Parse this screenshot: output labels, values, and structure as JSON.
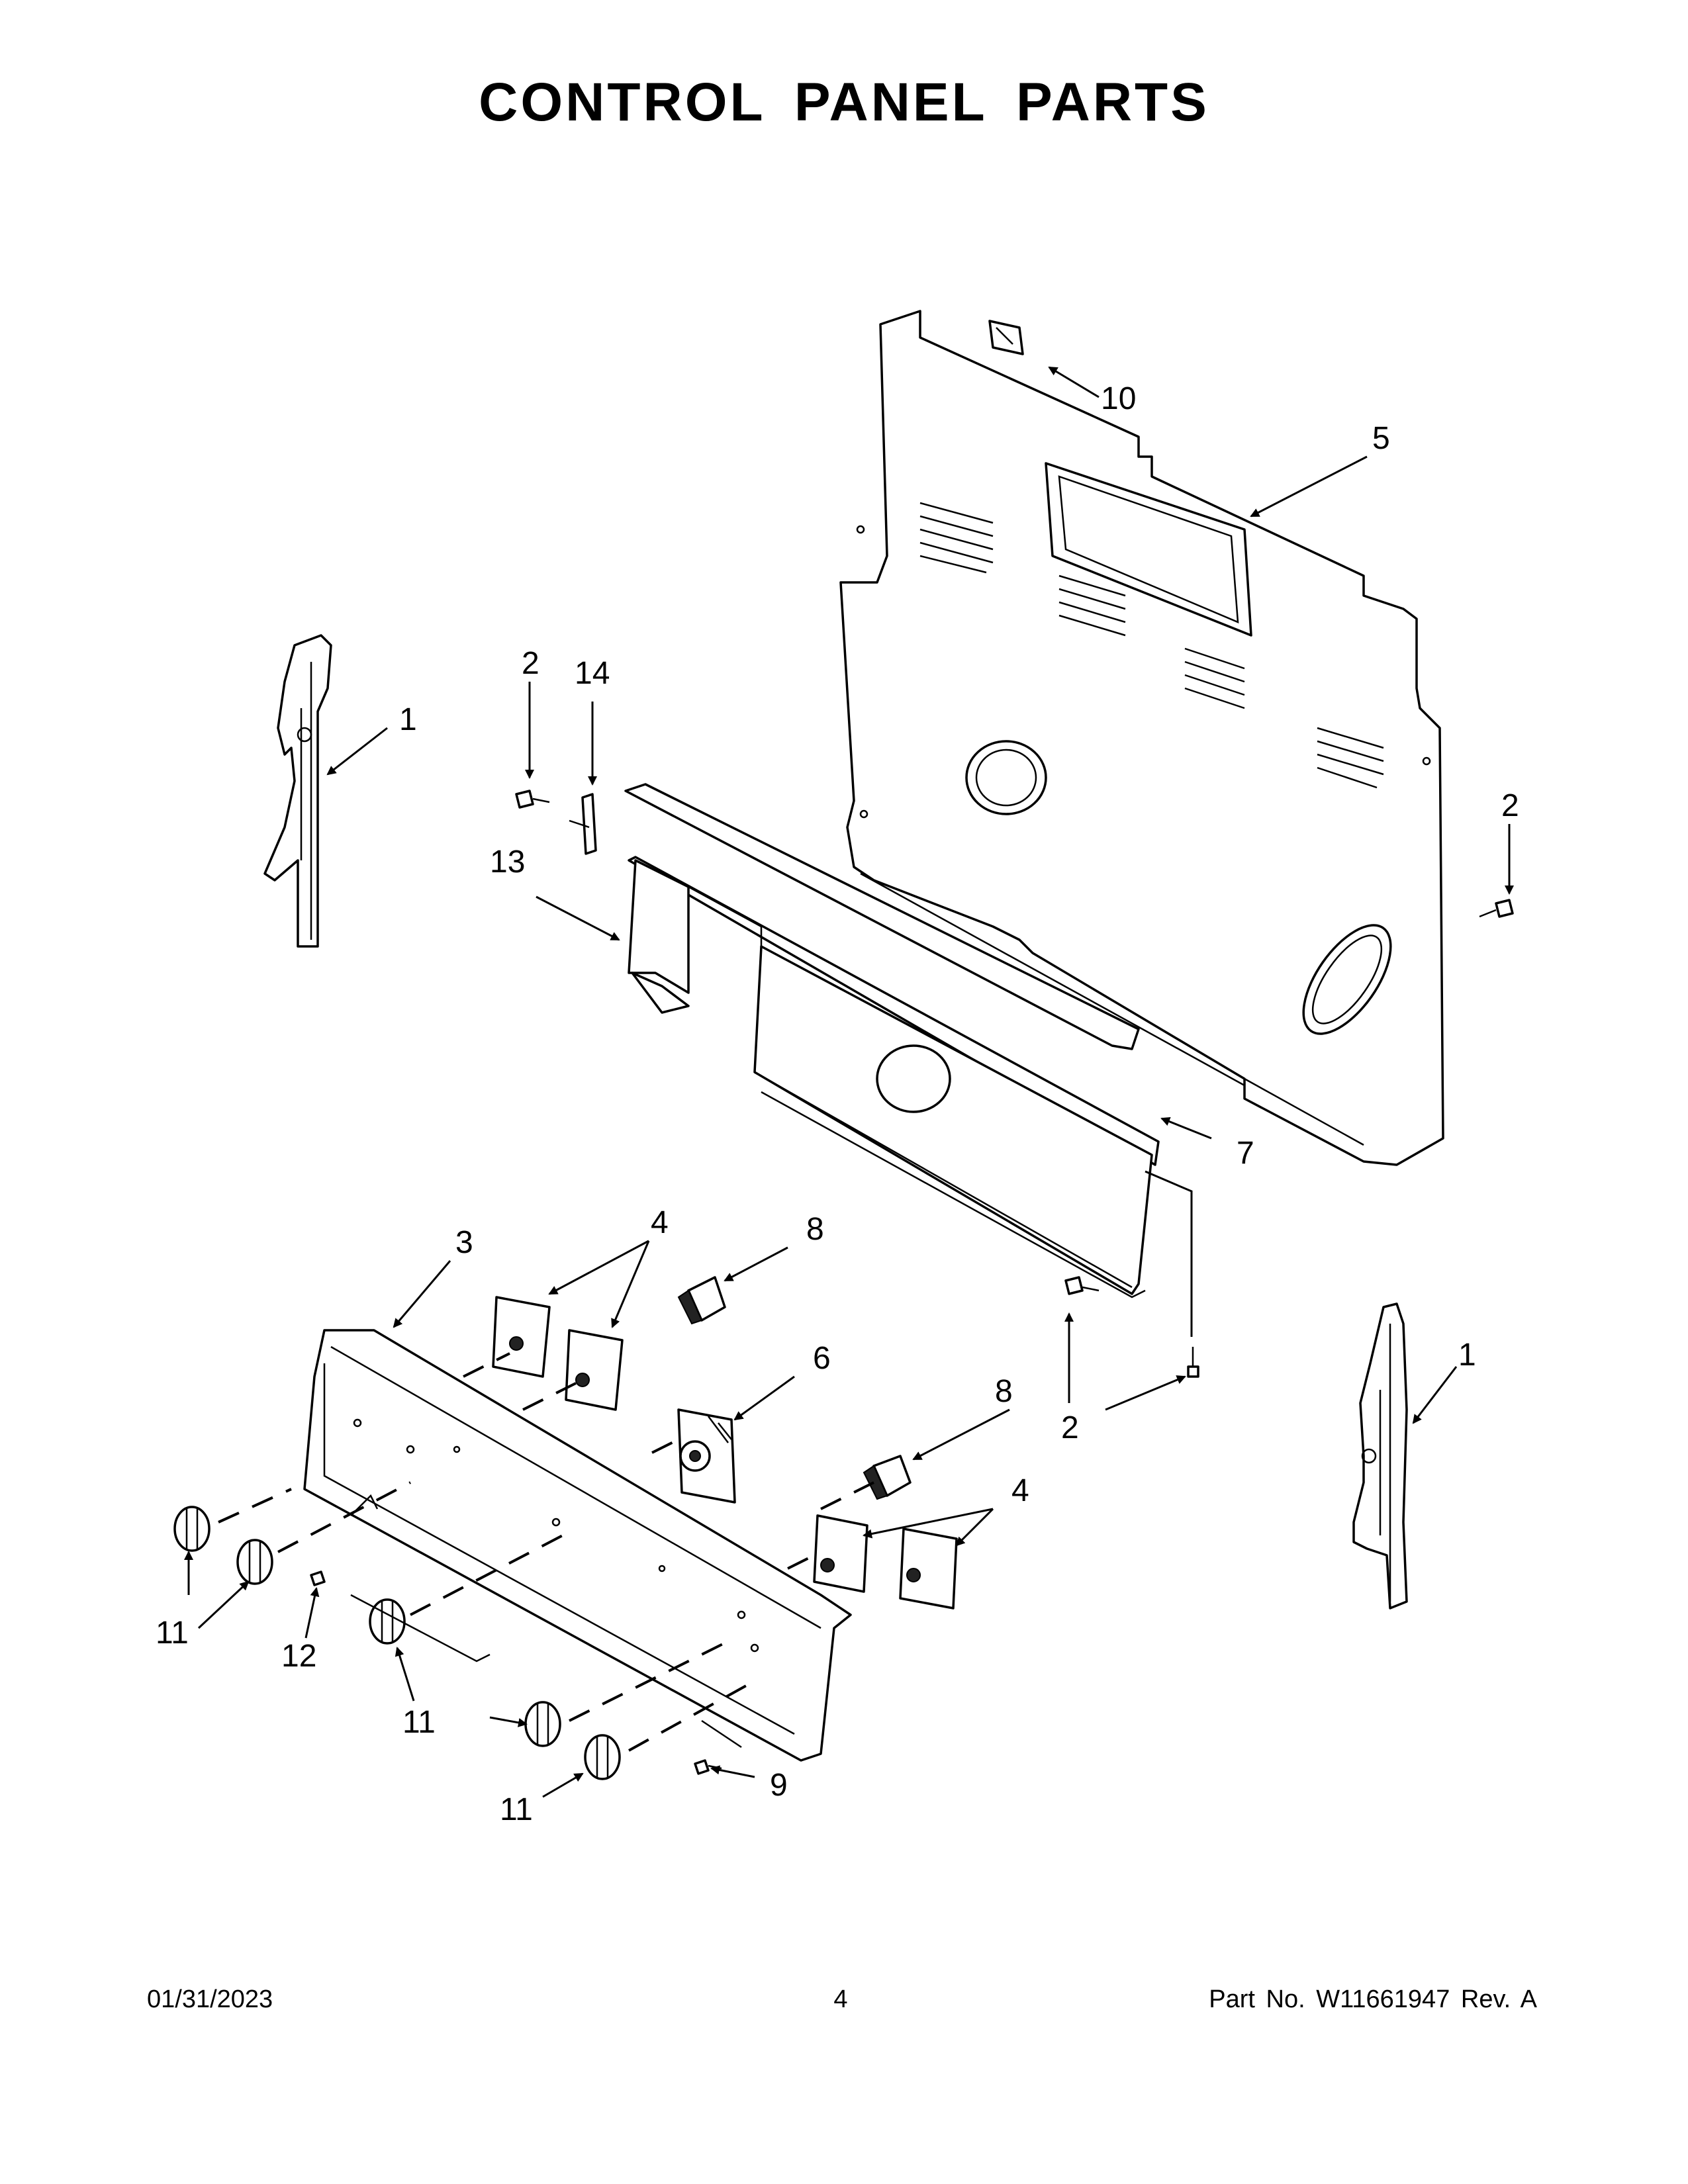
{
  "title": "CONTROL PANEL PARTS",
  "callouts": [
    "1",
    "2",
    "3",
    "4",
    "5",
    "6",
    "7",
    "8",
    "9",
    "10",
    "11",
    "12",
    "13",
    "14"
  ],
  "footer": {
    "date": "01/31/2023",
    "page": "4",
    "part_label": "Part No.  W11661947  Rev.  A"
  }
}
